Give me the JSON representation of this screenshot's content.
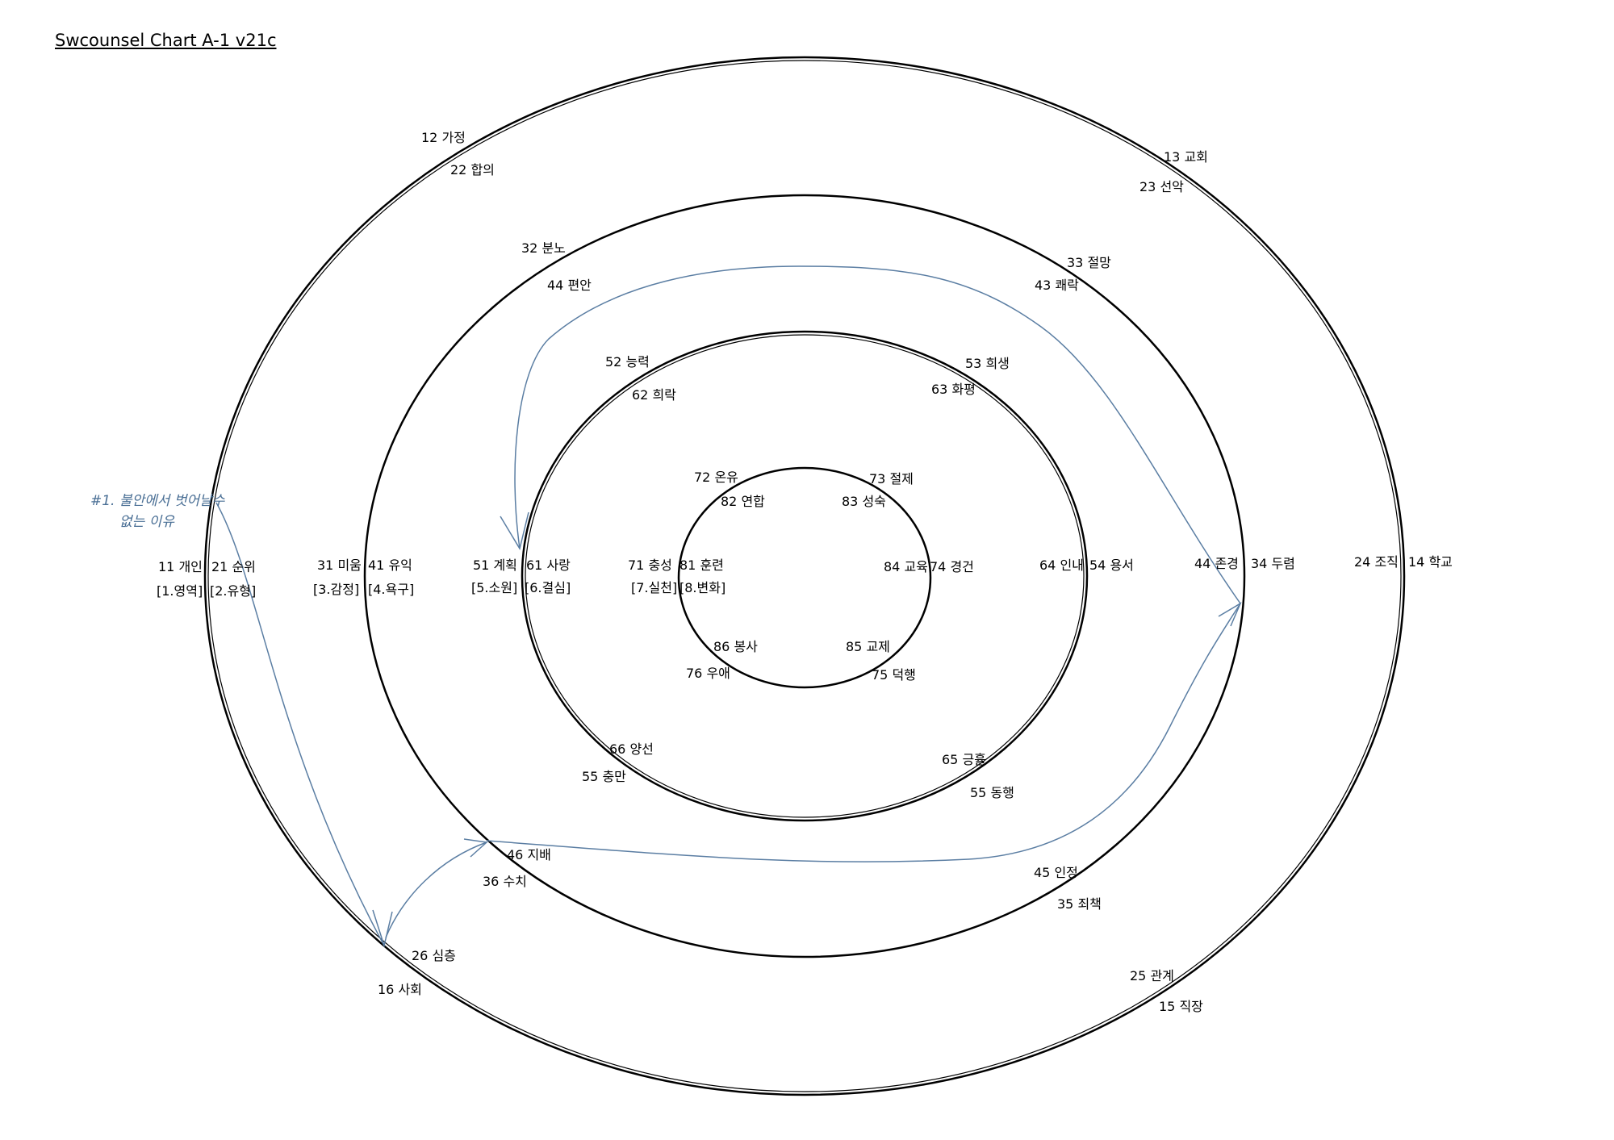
{
  "title": "Swcounsel Chart A-1 v21c",
  "colors": {
    "ink": "#000000",
    "arrow": "#5b7ea3",
    "background": "#ffffff"
  },
  "note": {
    "line1": "#1. 불안에서 벗어날수",
    "line2": "없는 이유"
  },
  "labels": {
    "l12": "12 가정",
    "l22": "22 합의",
    "l13": "13 교회",
    "l23": "23 선악",
    "l32": "32 분노",
    "l44a": "44 편안",
    "l33": "33 절망",
    "l43": "43 쾌락",
    "l52": "52 능력",
    "l62": "62 희락",
    "l53": "53 희생",
    "l63": "63 화평",
    "l72": "72 온유",
    "l82": "82 연합",
    "l73": "73 절제",
    "l83": "83 성숙",
    "l11": "11 개인",
    "l21": "21 순위",
    "l31": "31 미움",
    "l41": "41 유익",
    "l51": "51 계획",
    "l61": "61 사랑",
    "l71": "71 충성",
    "l81": "81 훈련",
    "l84": "84 교육",
    "l74": "74 경건",
    "l64": "64 인내",
    "l54": "54 용서",
    "l44b": "44 존경",
    "l34": "34 두렴",
    "l24": "24 조직",
    "l14": "14 학교",
    "b1": "[1.영역]",
    "b2": "[2.유형]",
    "b3": "[3.감정]",
    "b4": "[4.욕구]",
    "b5": "[5.소원]",
    "b6": "[6.결심]",
    "b7": "[7.실천]",
    "b8": "[8.변화]",
    "l86": "86 봉사",
    "l85": "85 교제",
    "l76": "76 우애",
    "l75": "75 덕행",
    "l66": "66 양선",
    "l55a": "55 충만",
    "l65": "65 긍휼",
    "l55b": "55 동행",
    "l46": "46 지배",
    "l36": "36 수치",
    "l45": "45 인정",
    "l35": "35 죄책",
    "l26": "26 심층",
    "l16": "16 사회",
    "l25": "25 관계",
    "l15": "15 직장"
  }
}
